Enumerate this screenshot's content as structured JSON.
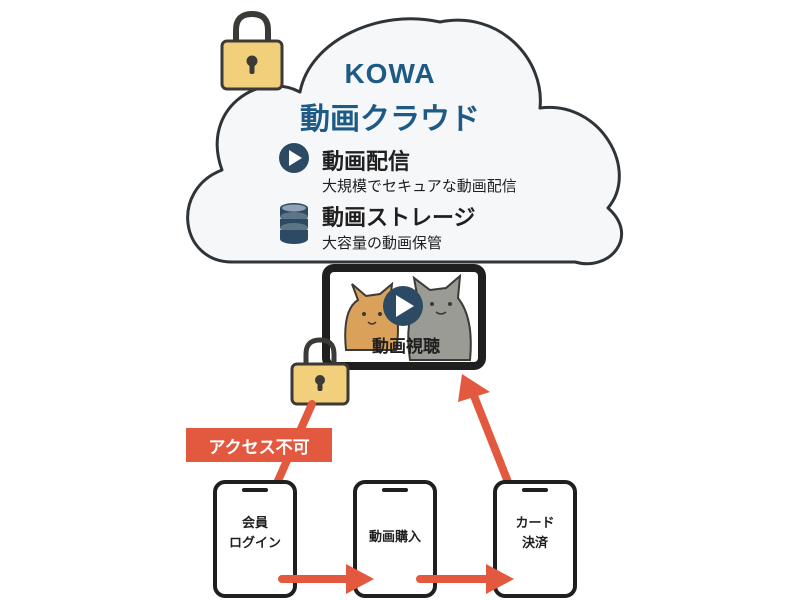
{
  "cloud": {
    "title_line1": "KOWA",
    "title_line2": "動画クラウド"
  },
  "features": [
    {
      "icon": "play-circle-icon",
      "title": "動画配信",
      "desc": "大規模でセキュアな動画配信"
    },
    {
      "icon": "storage-icon",
      "title": "動画ストレージ",
      "desc": "大容量の動画保管"
    }
  ],
  "viewer": {
    "label": "動画視聴"
  },
  "access_denied": {
    "label": "アクセス不可"
  },
  "steps": [
    {
      "lines": [
        "会員",
        "ログイン"
      ]
    },
    {
      "lines": [
        "動画購入"
      ]
    },
    {
      "lines": [
        "カード",
        "決済"
      ]
    }
  ],
  "colors": {
    "brand_blue": "#1d5a85",
    "lock_gold": "#f2cf7a",
    "lock_dark": "#3b3a36",
    "arrow_red": "#e3593f",
    "cloud_fill": "#f6f7f9",
    "cloud_outline": "#2f3439",
    "icon_navy": "#2c4a63"
  }
}
